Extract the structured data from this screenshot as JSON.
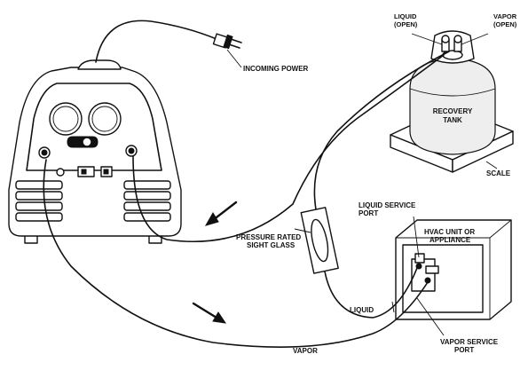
{
  "labels": {
    "incoming_power": "INCOMING POWER",
    "liquid_open_1": "LIQUID",
    "liquid_open_2": "(OPEN)",
    "vapor_open_1": "VAPOR",
    "vapor_open_2": "(OPEN)",
    "recovery_tank_1": "RECOVERY",
    "recovery_tank_2": "TANK",
    "scale": "SCALE",
    "liquid_service_port_1": "LIQUID SERVICE",
    "liquid_service_port_2": "PORT",
    "hvac_unit_1": "HVAC UNIT OR",
    "hvac_unit_2": "APPLIANCE",
    "sight_glass_1": "PRESSURE RATED",
    "sight_glass_2": "SIGHT GLASS",
    "liquid_line": "LIQUID",
    "vapor_line": "VAPOR",
    "vapor_service_port_1": "VAPOR SERVICE",
    "vapor_service_port_2": "PORT"
  },
  "colors": {
    "line": "#111111",
    "background": "#ffffff",
    "tank_fill": "#eeeeee"
  }
}
